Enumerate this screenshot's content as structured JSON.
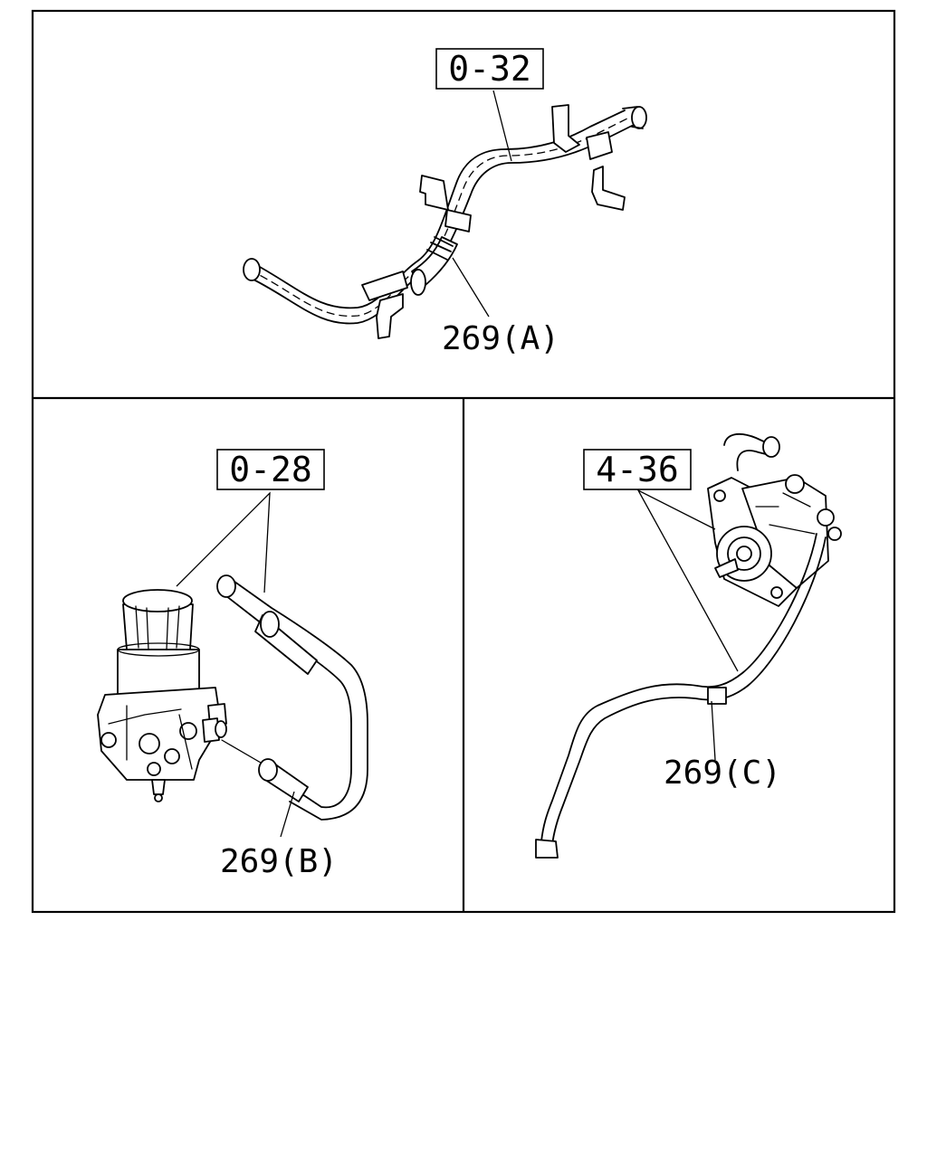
{
  "panels": {
    "top": {
      "ref_label": "0-32",
      "part_label": "269(A)"
    },
    "bottom_left": {
      "ref_label": "0-28",
      "part_label": "269(B)"
    },
    "bottom_right": {
      "ref_label": "4-36",
      "part_label": "269(C)"
    }
  }
}
